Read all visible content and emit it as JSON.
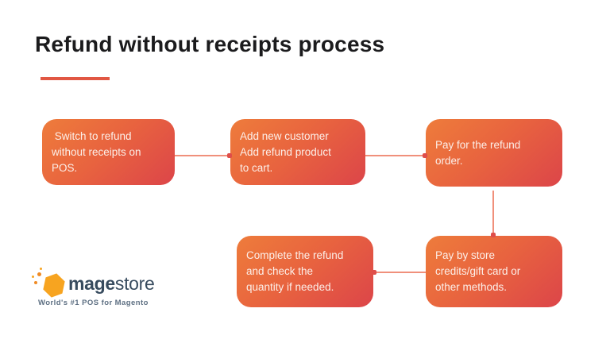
{
  "slide": {
    "title": "Refund without receipts process"
  },
  "flowchart": {
    "steps": [
      {
        "id": 1,
        "text": " Switch to refund\nwithout receipts on\nPOS."
      },
      {
        "id": 2,
        "text": "Add new customer\nAdd refund product\nto cart."
      },
      {
        "id": 3,
        "text": "Pay for the refund\norder."
      },
      {
        "id": 4,
        "text": "Pay by store\ncredits/gift card or\nother methods."
      },
      {
        "id": 5,
        "text": "Complete the refund\nand check the\nquantity if needed."
      }
    ],
    "connections": [
      {
        "from": 1,
        "to": 2,
        "direction": "right"
      },
      {
        "from": 2,
        "to": 3,
        "direction": "right"
      },
      {
        "from": 3,
        "to": 4,
        "direction": "down"
      },
      {
        "from": 4,
        "to": 5,
        "direction": "left"
      }
    ]
  },
  "logo": {
    "brand_bold": "mage",
    "brand_light": "store",
    "tagline": "World's #1 POS for Magento",
    "icon": "hexagon-burst-icon"
  },
  "colors": {
    "title_text": "#1B1B1D",
    "title_underline": "#E15743",
    "box_gradient_start": "#EE7C3B",
    "box_gradient_mid": "#E8633F",
    "box_gradient_end": "#DC4549",
    "box_text": "#FCEFE9",
    "arrow_line": "#F0907B",
    "arrow_head": "#DF4E4A",
    "logo_hexagon": "#F7A420",
    "logo_dot": "#EF8B25",
    "logo_text": "#374B5E",
    "logo_tagline": "#5E7083",
    "background": "#FFFFFF"
  }
}
